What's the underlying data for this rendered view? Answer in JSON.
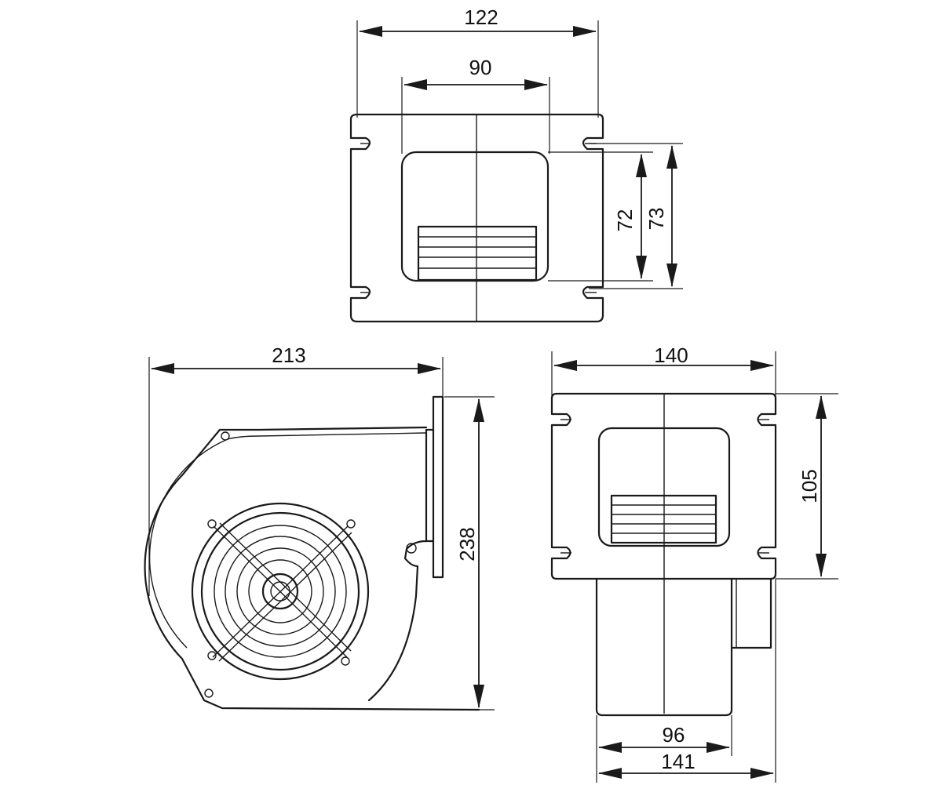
{
  "colors": {
    "line": "#1a1a1a",
    "background": "#ffffff"
  },
  "views": {
    "top": {
      "width_overall": "122",
      "outlet_width": "90",
      "outlet_height": "72",
      "mount_slot_spacing": "73"
    },
    "side": {
      "length_overall": "213",
      "height_overall": "238"
    },
    "front": {
      "width_overall": "140",
      "height_flange": "105",
      "body_width": "96",
      "depth_with_motor": "141"
    }
  }
}
